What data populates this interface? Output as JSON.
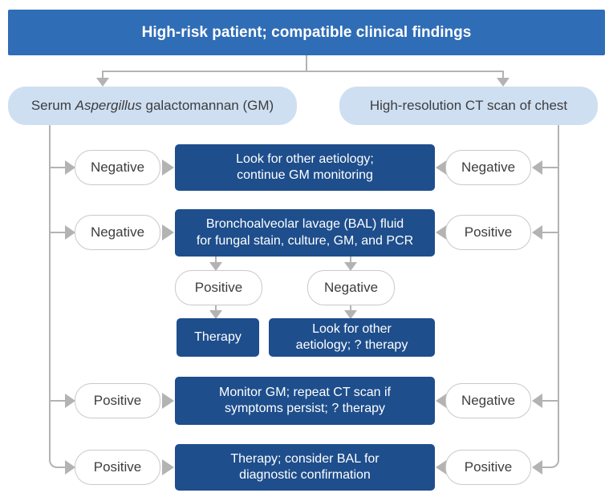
{
  "header": {
    "label": "High-risk patient; compatible clinical findings"
  },
  "tests": {
    "serum_gm": {
      "prefix": "Serum ",
      "italic": "Aspergillus",
      "suffix": " galactomannan (GM)"
    },
    "ct_chest": {
      "label": "High-resolution CT scan of chest"
    }
  },
  "rows": [
    {
      "left_result": "Negative",
      "right_result": "Negative",
      "action_lines": [
        "Look for other aetiology;",
        "continue GM monitoring"
      ]
    },
    {
      "left_result": "Negative",
      "right_result": "Positive",
      "action_lines": [
        "Bronchoalveolar lavage (BAL) fluid",
        "for fungal stain, culture, GM, and PCR"
      ]
    },
    {
      "left_result": "Positive",
      "right_result": "Negative",
      "action_lines": [
        "Monitor GM; repeat CT scan if",
        "symptoms persist; ? therapy"
      ]
    },
    {
      "left_result": "Positive",
      "right_result": "Positive",
      "action_lines": [
        "Therapy; consider BAL for",
        "diagnostic confirmation"
      ]
    }
  ],
  "bal_branch": {
    "positive_label": "Positive",
    "negative_label": "Negative",
    "therapy_label": "Therapy",
    "other_lines": [
      "Look for other",
      "aetiology; ? therapy"
    ]
  },
  "colors": {
    "header_bg": "#2f6db6",
    "action_box_bg": "#1e4e8c",
    "test_pill_bg": "#cfdff2",
    "connector_gray": "#b3b3b3",
    "oval_border": "#c9c9c9",
    "text_on_blue": "#ffffff",
    "text_dark": "#3d3d3d"
  }
}
